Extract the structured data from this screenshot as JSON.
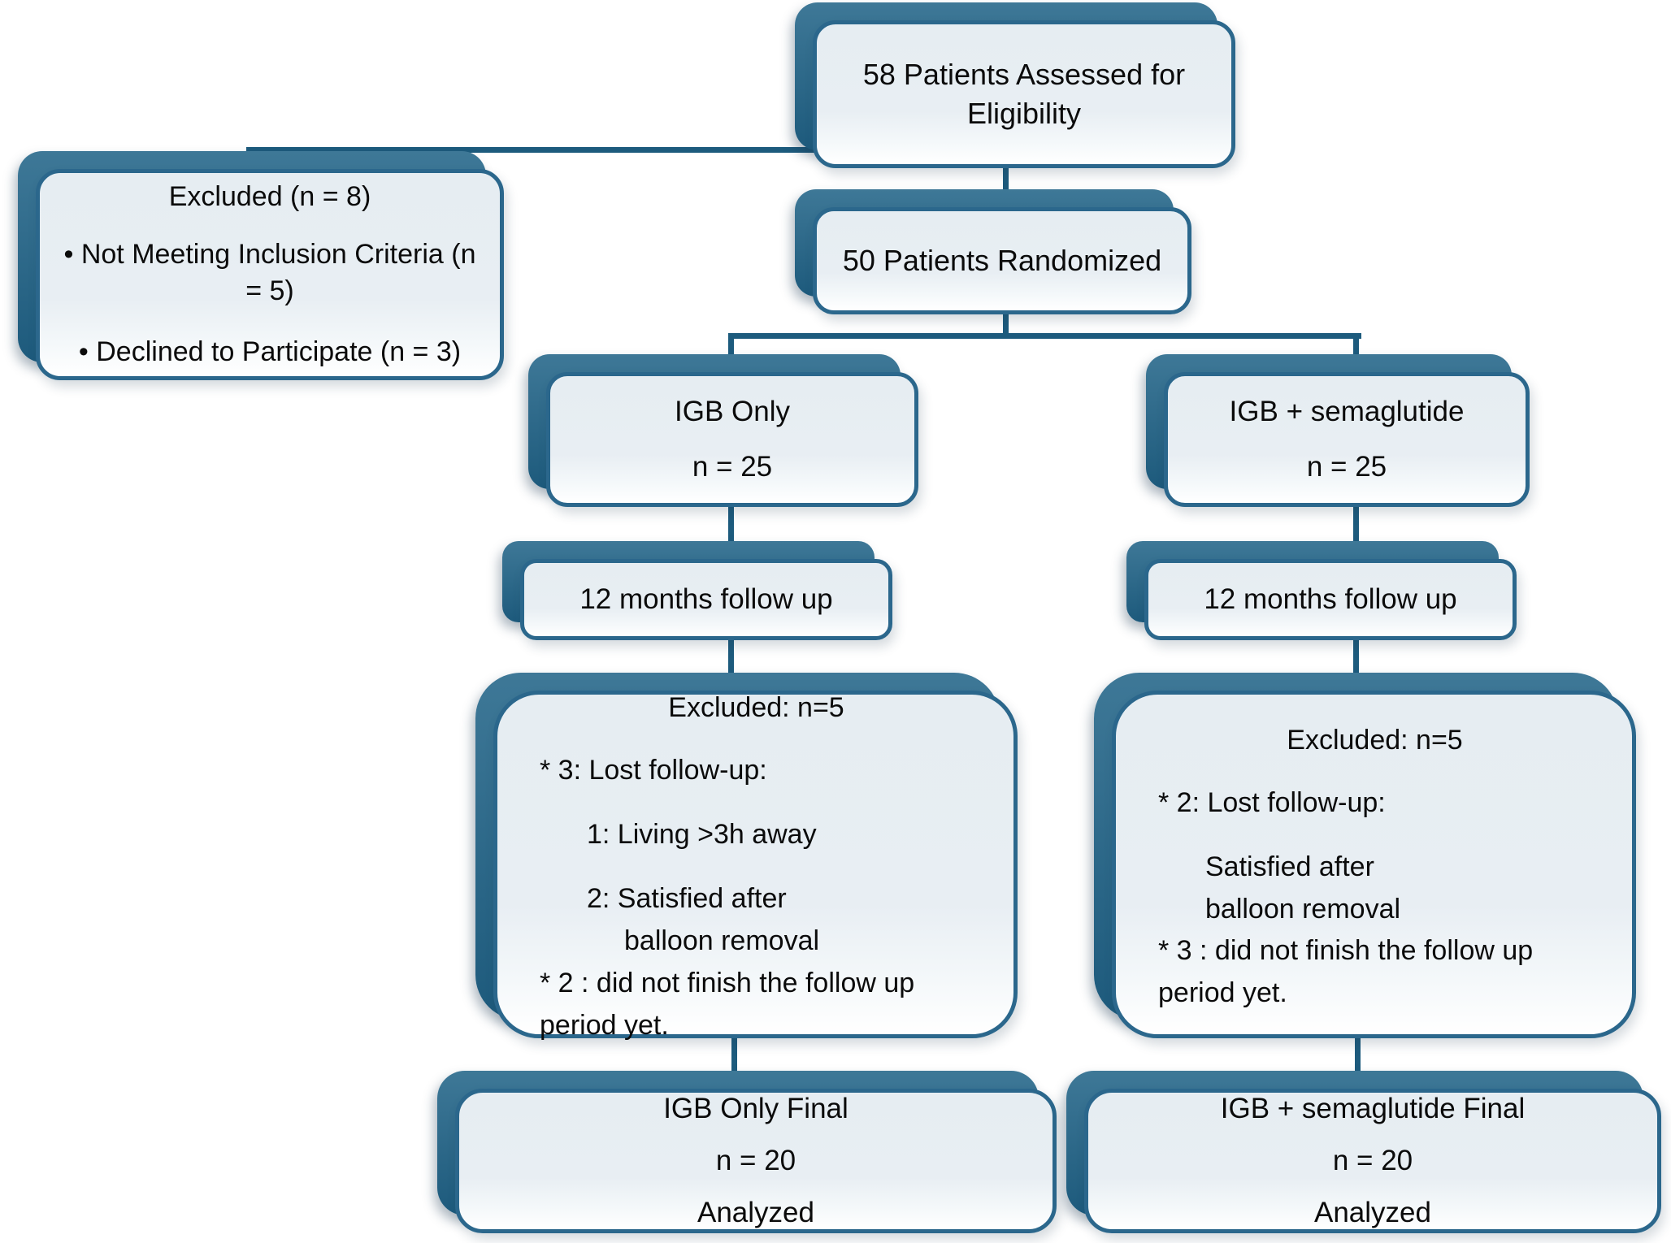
{
  "colors": {
    "background": "#ffffff",
    "accent_top": "#3e7897",
    "accent_bottom": "#1d5a7c",
    "panel_border": "#2b678c",
    "panel_fill_top": "#e6edf2",
    "panel_fill_bottom": "#ffffff",
    "connector": "#1d5b7d",
    "text": "#0b0b0b"
  },
  "nodes": {
    "assessed": {
      "lines": [
        "58 Patients Assessed for",
        "Eligibility"
      ]
    },
    "excluded_top": {
      "title": "Excluded (n = 8)",
      "bullet_glyph": "•",
      "bullets": [
        "Not Meeting Inclusion Criteria (n = 5)",
        "Declined to Participate (n = 3)"
      ]
    },
    "randomized": {
      "label": "50 Patients Randomized"
    },
    "igb_only": {
      "lines": [
        "IGB Only",
        "n = 25"
      ]
    },
    "igb_sema": {
      "lines": [
        "IGB + semaglutide",
        "n = 25"
      ]
    },
    "followup_left": {
      "label": "12 months follow up"
    },
    "followup_right": {
      "label": "12 months follow up"
    },
    "excluded_left": {
      "title": "Excluded: n=5",
      "lines": [
        "* 3: Lost follow-up:",
        "1: Living >3h away",
        "2: Satisfied after",
        "balloon removal",
        "* 2 : did not finish the follow up",
        "period yet."
      ]
    },
    "excluded_right": {
      "title": "Excluded: n=5",
      "lines": [
        "* 2: Lost follow-up:",
        "Satisfied after",
        "balloon removal",
        "* 3 : did not finish the follow up",
        "period yet."
      ]
    },
    "final_left": {
      "lines": [
        "IGB Only Final",
        "n = 20",
        "Analyzed"
      ]
    },
    "final_right": {
      "lines": [
        "IGB + semaglutide Final",
        "n = 20",
        "Analyzed"
      ]
    }
  }
}
